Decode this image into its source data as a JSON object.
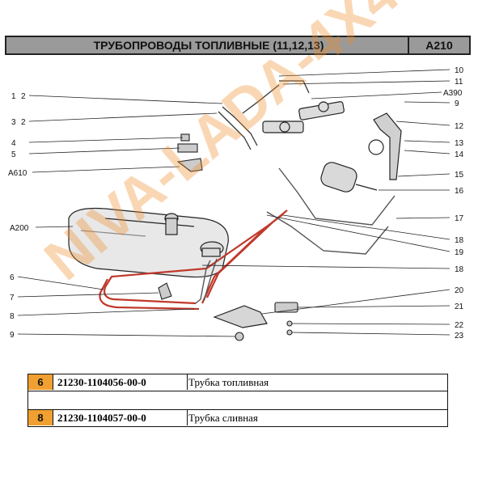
{
  "header": {
    "title": "ТРУБОПРОВОДЫ ТОПЛИВНЫЕ (11,12,13)",
    "code": "A210"
  },
  "watermark": "NIVA-LADA-4X4",
  "callouts": {
    "left": [
      {
        "id": "l1",
        "text": "1"
      },
      {
        "id": "l1b",
        "text": "2"
      },
      {
        "id": "l3",
        "text": "3"
      },
      {
        "id": "l3b",
        "text": "2"
      },
      {
        "id": "l4",
        "text": "4"
      },
      {
        "id": "l5",
        "text": "5"
      },
      {
        "id": "la610",
        "text": "A610"
      },
      {
        "id": "la200",
        "text": "A200"
      },
      {
        "id": "l6",
        "text": "6"
      },
      {
        "id": "l7",
        "text": "7"
      },
      {
        "id": "l8",
        "text": "8"
      },
      {
        "id": "l9",
        "text": "9"
      }
    ],
    "right": [
      {
        "id": "r10",
        "text": "10"
      },
      {
        "id": "r11",
        "text": "11"
      },
      {
        "id": "ra390",
        "text": "A390"
      },
      {
        "id": "r9",
        "text": "9"
      },
      {
        "id": "r12",
        "text": "12"
      },
      {
        "id": "r13",
        "text": "13"
      },
      {
        "id": "r14",
        "text": "14"
      },
      {
        "id": "r15",
        "text": "15"
      },
      {
        "id": "r16",
        "text": "16"
      },
      {
        "id": "r17",
        "text": "17"
      },
      {
        "id": "r18",
        "text": "18"
      },
      {
        "id": "r19",
        "text": "19"
      },
      {
        "id": "r18b",
        "text": "18"
      },
      {
        "id": "r20",
        "text": "20"
      },
      {
        "id": "r21",
        "text": "21"
      },
      {
        "id": "r22",
        "text": "22"
      },
      {
        "id": "r23",
        "text": "23"
      }
    ]
  },
  "parts": [
    {
      "pos": "6",
      "number": "21230-1104056-00-0",
      "name": "Трубка топливная"
    },
    {
      "pos": "8",
      "number": "21230-1104057-00-0",
      "name": "Трубка сливная"
    }
  ],
  "colors": {
    "highlight": "#f0a030",
    "fuel_line": "#c0392b",
    "header_bg": "#9a9a9a"
  }
}
